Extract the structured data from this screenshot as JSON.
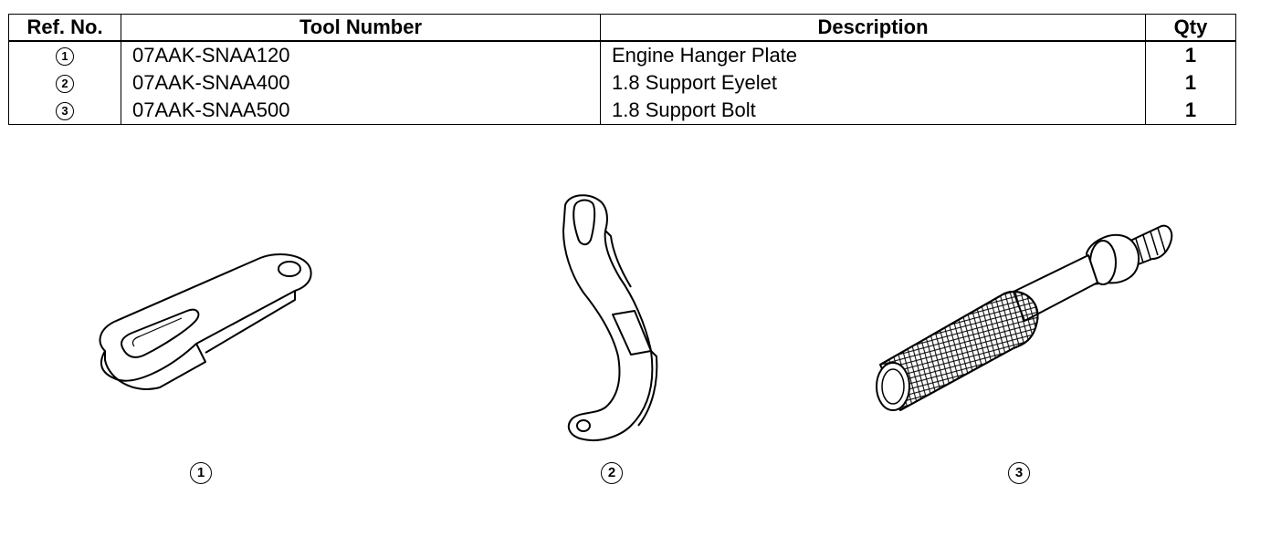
{
  "table": {
    "headers": [
      "Ref. No.",
      "Tool Number",
      "Description",
      "Qty"
    ],
    "rows": [
      {
        "ref": "1",
        "tool": "07AAK-SNAA120",
        "desc": "Engine Hanger Plate",
        "qty": "1"
      },
      {
        "ref": "2",
        "tool": "07AAK-SNAA400",
        "desc": "1.8 Support Eyelet",
        "qty": "1"
      },
      {
        "ref": "3",
        "tool": "07AAK-SNAA500",
        "desc": "1.8 Support Bolt",
        "qty": "1"
      }
    ]
  },
  "figures": [
    {
      "label": "1",
      "icon": "engine-hanger-plate-icon"
    },
    {
      "label": "2",
      "icon": "support-eyelet-icon"
    },
    {
      "label": "3",
      "icon": "support-bolt-icon"
    }
  ]
}
